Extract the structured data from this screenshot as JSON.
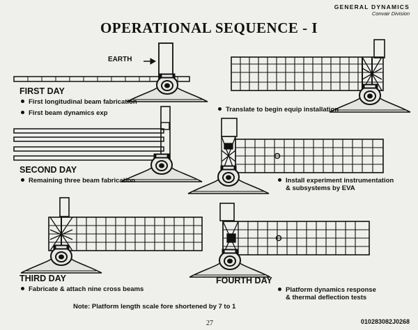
{
  "header": {
    "company": "GENERAL DYNAMICS",
    "division": "Convair Division"
  },
  "title": "OPERATIONAL SEQUENCE - I",
  "earth_label": "EARTH",
  "panels": [
    {
      "day": "FIRST DAY",
      "bullets": [
        "First longitudinal beam fabrication",
        "First beam dynamics exp"
      ]
    },
    {
      "day": "",
      "bullets": [
        "Translate to begin equip installation"
      ]
    },
    {
      "day": "SECOND DAY",
      "bullets": [
        "Remaining three beam fabrication"
      ]
    },
    {
      "day": "",
      "bullets": [
        "Install experiment instrumentation",
        "& subsystems by EVA"
      ]
    },
    {
      "day": "THIRD DAY",
      "bullets": [
        "Fabricate & attach nine cross beams"
      ]
    },
    {
      "day": "FOURTH DAY",
      "bullets": [
        "Platform dynamics response",
        "& thermal deflection tests"
      ]
    }
  ],
  "note": "Note:  Platform length scale fore shortened by 7 to 1",
  "page_number": "27",
  "document_id": "010283082J0268",
  "colors": {
    "background": "#efefec",
    "ink": "#111111"
  }
}
